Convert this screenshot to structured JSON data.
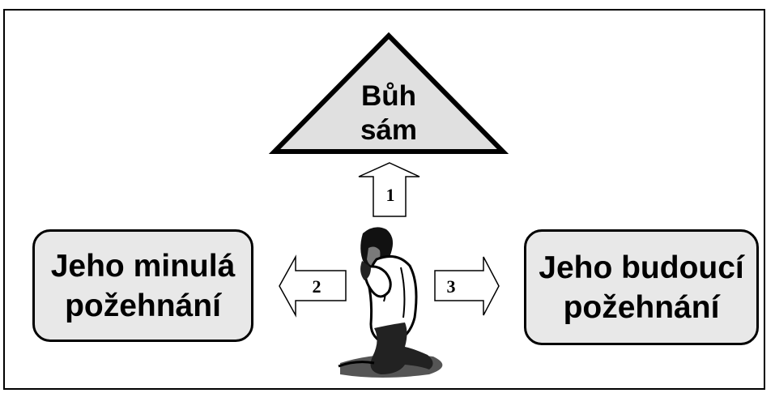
{
  "colors": {
    "box_fill": "#e8e8e8",
    "triangle_fill": "#e0e0e0",
    "arrow_fill": "#ffffff",
    "stroke": "#000000"
  },
  "triangle": {
    "line1": "Bůh",
    "line2": "sám"
  },
  "left_box": {
    "line1": "Jeho minulá",
    "line2": "požehnání"
  },
  "right_box": {
    "line1": "Jeho budoucí",
    "line2": "požehnání"
  },
  "arrows": {
    "up_number": "1",
    "left_number": "2",
    "right_number": "3"
  },
  "figure": {
    "icon": "praying-person-icon"
  }
}
